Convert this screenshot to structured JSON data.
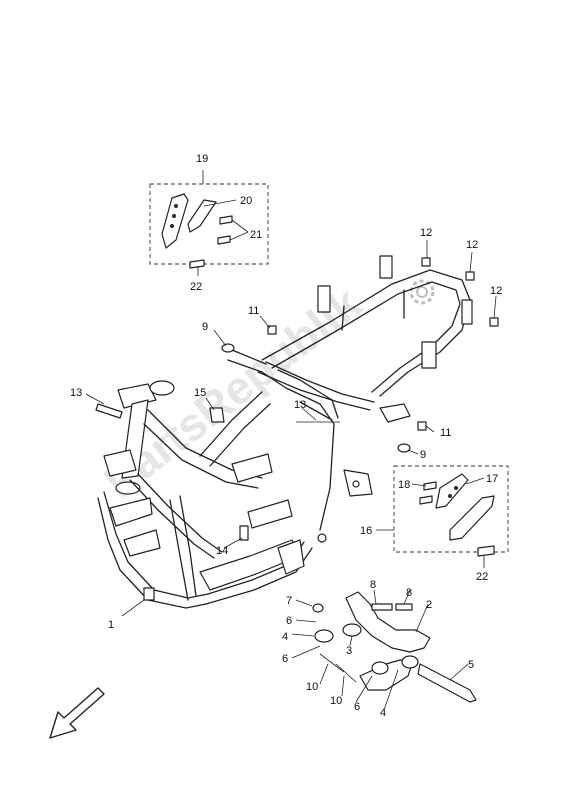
{
  "watermark": "PartsRepublik",
  "callouts": {
    "n1": "1",
    "n2": "2",
    "n3": "3",
    "n4a": "4",
    "n4b": "4",
    "n5": "5",
    "n6a": "6",
    "n6b": "6",
    "n6c": "6",
    "n7": "7",
    "n8a": "8",
    "n8b": "8",
    "n9a": "9",
    "n9b": "9",
    "n10a": "10",
    "n10b": "10",
    "n11a": "11",
    "n11b": "11",
    "n12a": "12",
    "n12b": "12",
    "n12c": "12",
    "n13a": "13",
    "n13b": "13",
    "n14": "14",
    "n15": "15",
    "n16": "16",
    "n17": "17",
    "n18": "18",
    "n19": "19",
    "n20": "20",
    "n21": "21",
    "n22a": "22",
    "n22b": "22"
  },
  "icons": [
    "gear-icon",
    "direction-arrow-icon"
  ]
}
